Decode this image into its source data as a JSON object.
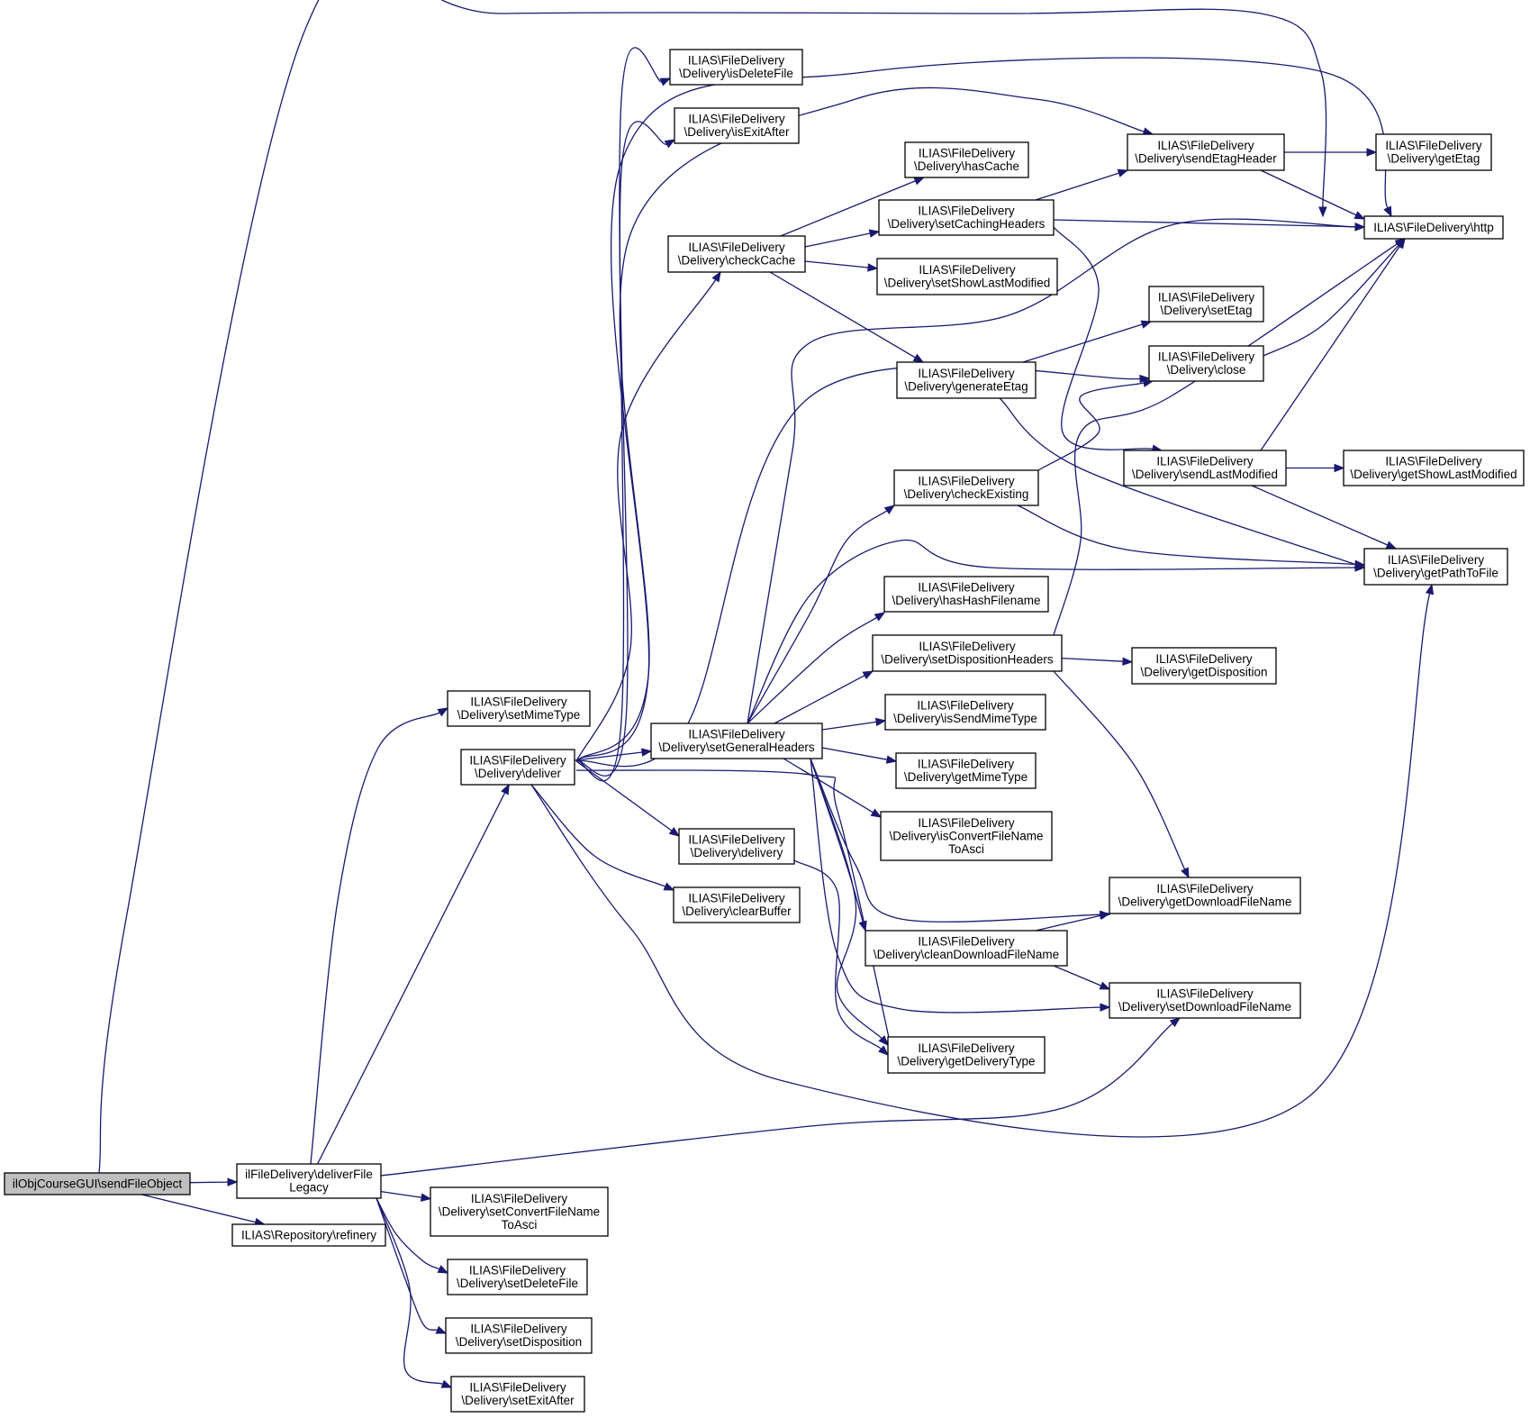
{
  "graph": {
    "edge_color": "#191970",
    "root_fill": "#bfbfbf",
    "nodes": [
      {
        "id": "send_file_object",
        "lines": [
          "ilObjCourseGUI\\sendFileObject"
        ],
        "root": true
      },
      {
        "id": "deliver_file_legacy",
        "lines": [
          "ilFileDelivery\\deliverFile",
          "Legacy"
        ]
      },
      {
        "id": "refinery",
        "lines": [
          "ILIAS\\Repository\\refinery"
        ]
      },
      {
        "id": "set_mime_type",
        "lines": [
          "ILIAS\\FileDelivery",
          "\\Delivery\\setMimeType"
        ]
      },
      {
        "id": "deliver",
        "lines": [
          "ILIAS\\FileDelivery",
          "\\Delivery\\deliver"
        ]
      },
      {
        "id": "set_convert_file_name_to_asci",
        "lines": [
          "ILIAS\\FileDelivery",
          "\\Delivery\\setConvertFileName",
          "ToAsci"
        ]
      },
      {
        "id": "set_delete_file",
        "lines": [
          "ILIAS\\FileDelivery",
          "\\Delivery\\setDeleteFile"
        ]
      },
      {
        "id": "set_disposition",
        "lines": [
          "ILIAS\\FileDelivery",
          "\\Delivery\\setDisposition"
        ]
      },
      {
        "id": "set_exit_after",
        "lines": [
          "ILIAS\\FileDelivery",
          "\\Delivery\\setExitAfter"
        ]
      },
      {
        "id": "is_delete_file",
        "lines": [
          "ILIAS\\FileDelivery",
          "\\Delivery\\isDeleteFile"
        ]
      },
      {
        "id": "is_exit_after",
        "lines": [
          "ILIAS\\FileDelivery",
          "\\Delivery\\isExitAfter"
        ]
      },
      {
        "id": "check_cache",
        "lines": [
          "ILIAS\\FileDelivery",
          "\\Delivery\\checkCache"
        ]
      },
      {
        "id": "set_general_headers",
        "lines": [
          "ILIAS\\FileDelivery",
          "\\Delivery\\setGeneralHeaders"
        ]
      },
      {
        "id": "delivery",
        "lines": [
          "ILIAS\\FileDelivery",
          "\\Delivery\\delivery"
        ]
      },
      {
        "id": "clear_buffer",
        "lines": [
          "ILIAS\\FileDelivery",
          "\\Delivery\\clearBuffer"
        ]
      },
      {
        "id": "has_cache",
        "lines": [
          "ILIAS\\FileDelivery",
          "\\Delivery\\hasCache"
        ]
      },
      {
        "id": "set_caching_headers",
        "lines": [
          "ILIAS\\FileDelivery",
          "\\Delivery\\setCachingHeaders"
        ]
      },
      {
        "id": "set_show_last_modified",
        "lines": [
          "ILIAS\\FileDelivery",
          "\\Delivery\\setShowLastModified"
        ]
      },
      {
        "id": "generate_etag",
        "lines": [
          "ILIAS\\FileDelivery",
          "\\Delivery\\generateEtag"
        ]
      },
      {
        "id": "check_existing",
        "lines": [
          "ILIAS\\FileDelivery",
          "\\Delivery\\checkExisting"
        ]
      },
      {
        "id": "has_hash_filename",
        "lines": [
          "ILIAS\\FileDelivery",
          "\\Delivery\\hasHashFilename"
        ]
      },
      {
        "id": "set_disposition_headers",
        "lines": [
          "ILIAS\\FileDelivery",
          "\\Delivery\\setDispositionHeaders"
        ]
      },
      {
        "id": "is_send_mime_type",
        "lines": [
          "ILIAS\\FileDelivery",
          "\\Delivery\\isSendMimeType"
        ]
      },
      {
        "id": "get_mime_type",
        "lines": [
          "ILIAS\\FileDelivery",
          "\\Delivery\\getMimeType"
        ]
      },
      {
        "id": "is_convert_file_name_to_asci",
        "lines": [
          "ILIAS\\FileDelivery",
          "\\Delivery\\isConvertFileName",
          "ToAsci"
        ]
      },
      {
        "id": "clean_download_file_name",
        "lines": [
          "ILIAS\\FileDelivery",
          "\\Delivery\\cleanDownloadFileName"
        ]
      },
      {
        "id": "get_delivery_type",
        "lines": [
          "ILIAS\\FileDelivery",
          "\\Delivery\\getDeliveryType"
        ]
      },
      {
        "id": "send_etag_header",
        "lines": [
          "ILIAS\\FileDelivery",
          "\\Delivery\\sendEtagHeader"
        ]
      },
      {
        "id": "set_etag",
        "lines": [
          "ILIAS\\FileDelivery",
          "\\Delivery\\setEtag"
        ]
      },
      {
        "id": "close",
        "lines": [
          "ILIAS\\FileDelivery",
          "\\Delivery\\close"
        ]
      },
      {
        "id": "send_last_modified",
        "lines": [
          "ILIAS\\FileDelivery",
          "\\Delivery\\sendLastModified"
        ]
      },
      {
        "id": "get_disposition",
        "lines": [
          "ILIAS\\FileDelivery",
          "\\Delivery\\getDisposition"
        ]
      },
      {
        "id": "get_download_file_name",
        "lines": [
          "ILIAS\\FileDelivery",
          "\\Delivery\\getDownloadFileName"
        ]
      },
      {
        "id": "set_download_file_name",
        "lines": [
          "ILIAS\\FileDelivery",
          "\\Delivery\\setDownloadFileName"
        ]
      },
      {
        "id": "get_etag",
        "lines": [
          "ILIAS\\FileDelivery",
          "\\Delivery\\getEtag"
        ]
      },
      {
        "id": "http",
        "lines": [
          "ILIAS\\FileDelivery\\http"
        ]
      },
      {
        "id": "get_show_last_modified",
        "lines": [
          "ILIAS\\FileDelivery",
          "\\Delivery\\getShowLastModified"
        ]
      },
      {
        "id": "get_path_to_file",
        "lines": [
          "ILIAS\\FileDelivery",
          "\\Delivery\\getPathToFile"
        ]
      }
    ],
    "edges": [
      [
        "send_file_object",
        "deliver_file_legacy"
      ],
      [
        "send_file_object",
        "refinery"
      ],
      [
        "send_file_object",
        "http"
      ],
      [
        "deliver_file_legacy",
        "set_mime_type"
      ],
      [
        "deliver_file_legacy",
        "deliver"
      ],
      [
        "deliver_file_legacy",
        "set_download_file_name"
      ],
      [
        "deliver_file_legacy",
        "set_convert_file_name_to_asci"
      ],
      [
        "deliver_file_legacy",
        "set_delete_file"
      ],
      [
        "deliver_file_legacy",
        "set_disposition"
      ],
      [
        "deliver_file_legacy",
        "set_exit_after"
      ],
      [
        "deliver",
        "is_delete_file"
      ],
      [
        "deliver",
        "is_exit_after"
      ],
      [
        "deliver",
        "check_cache"
      ],
      [
        "deliver",
        "http"
      ],
      [
        "deliver",
        "send_etag_header"
      ],
      [
        "deliver",
        "close"
      ],
      [
        "deliver",
        "set_general_headers"
      ],
      [
        "deliver",
        "delivery"
      ],
      [
        "deliver",
        "clear_buffer"
      ],
      [
        "deliver",
        "get_delivery_type"
      ],
      [
        "deliver",
        "get_path_to_file"
      ],
      [
        "check_cache",
        "has_cache"
      ],
      [
        "check_cache",
        "set_caching_headers"
      ],
      [
        "check_cache",
        "set_show_last_modified"
      ],
      [
        "check_cache",
        "generate_etag"
      ],
      [
        "set_caching_headers",
        "send_etag_header"
      ],
      [
        "set_caching_headers",
        "http"
      ],
      [
        "set_caching_headers",
        "send_last_modified"
      ],
      [
        "send_etag_header",
        "get_etag"
      ],
      [
        "send_etag_header",
        "http"
      ],
      [
        "generate_etag",
        "set_etag"
      ],
      [
        "generate_etag",
        "get_path_to_file"
      ],
      [
        "close",
        "http"
      ],
      [
        "send_last_modified",
        "get_show_last_modified"
      ],
      [
        "send_last_modified",
        "http"
      ],
      [
        "send_last_modified",
        "get_path_to_file"
      ],
      [
        "check_existing",
        "close"
      ],
      [
        "check_existing",
        "get_path_to_file"
      ],
      [
        "set_general_headers",
        "http"
      ],
      [
        "set_general_headers",
        "check_existing"
      ],
      [
        "set_general_headers",
        "get_path_to_file"
      ],
      [
        "set_general_headers",
        "has_hash_filename"
      ],
      [
        "set_general_headers",
        "set_disposition_headers"
      ],
      [
        "set_general_headers",
        "is_send_mime_type"
      ],
      [
        "set_general_headers",
        "get_mime_type"
      ],
      [
        "set_general_headers",
        "is_convert_file_name_to_asci"
      ],
      [
        "set_general_headers",
        "get_download_file_name"
      ],
      [
        "set_general_headers",
        "clean_download_file_name"
      ],
      [
        "set_general_headers",
        "set_download_file_name"
      ],
      [
        "set_general_headers",
        "get_delivery_type"
      ],
      [
        "set_disposition_headers",
        "http"
      ],
      [
        "set_disposition_headers",
        "get_disposition"
      ],
      [
        "set_disposition_headers",
        "get_download_file_name"
      ],
      [
        "clean_download_file_name",
        "get_download_file_name"
      ],
      [
        "clean_download_file_name",
        "set_download_file_name"
      ],
      [
        "delivery",
        "get_delivery_type"
      ]
    ]
  }
}
